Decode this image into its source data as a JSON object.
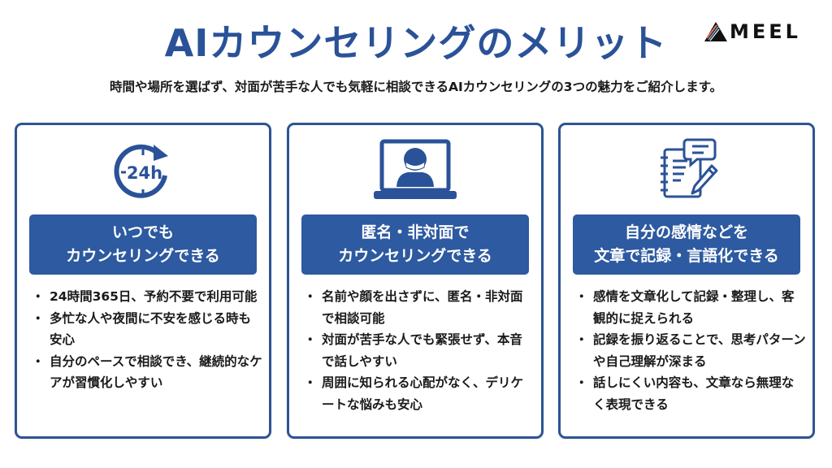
{
  "header": {
    "title": "AIカウンセリングのメリット",
    "subtitle": "時間や場所を選ばず、対面が苦手な人でも気軽に相談できるAIカウンセリングの3つの魅力をご紹介します。",
    "logo": {
      "text": "MEEL",
      "icon": "triangle-mountain-logo-icon"
    }
  },
  "colors": {
    "primary": "#2a5298",
    "card_border": "#2d5494",
    "label_bg": "#2d5aa0",
    "text": "#1a1a1a",
    "background": "#ffffff"
  },
  "cards": [
    {
      "icon": "clock-24h-icon",
      "icon_text": "24h",
      "label_lines": [
        "いつでも",
        "カウンセリングできる"
      ],
      "bullets": [
        "24時間365日、予約不要で利用可能",
        "多忙な人や夜間に不安を感じる時も安心",
        "自分のペースで相談でき、継続的なケアが習慣化しやすい"
      ]
    },
    {
      "icon": "laptop-masked-person-icon",
      "label_lines": [
        "匿名・非対面で",
        "カウンセリングできる"
      ],
      "bullets": [
        "名前や顔を出さずに、匿名・非対面で相談可能",
        "対面が苦手な人でも緊張せず、本音で話しやすい",
        "周囲に知られる心配がなく、デリケートな悩みも安心"
      ]
    },
    {
      "icon": "notebook-pen-chat-icon",
      "label_lines": [
        "自分の感情などを",
        "文章で記録・言語化できる"
      ],
      "bullets": [
        "感情を文章化して記録・整理し、客観的に捉えられる",
        "記録を振り返ることで、思考パターンや自己理解が深まる",
        "話しにくい内容も、文章なら無理なく表現できる"
      ]
    }
  ]
}
